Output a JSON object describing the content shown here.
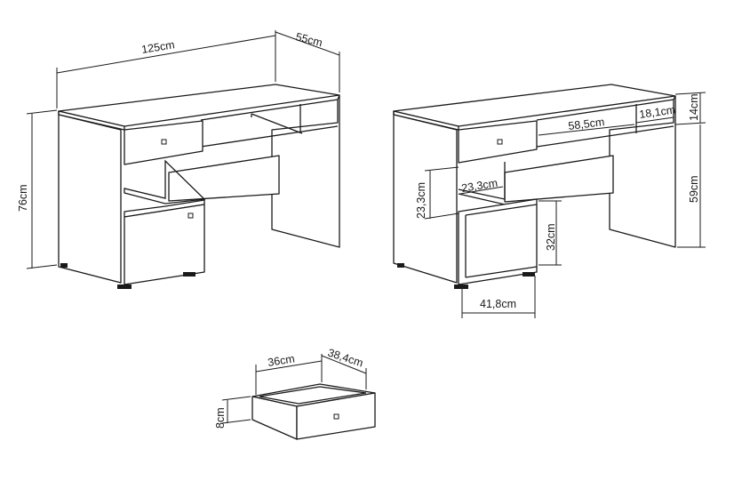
{
  "diagram": {
    "labels": {
      "desk_width": "125cm",
      "desk_depth": "55cm",
      "desk_height": "76cm",
      "top_shelf_height": "14cm",
      "inner_shelf_width": "18,1cm",
      "desk_opening_width": "58,5cm",
      "legroom_height": "59cm",
      "small_shelf_height": "23,3cm",
      "small_shelf_width": "23,3cm",
      "cabinet_niche_height": "32cm",
      "cabinet_niche_width": "41,8cm",
      "drawer_width": "36cm",
      "drawer_depth": "38,4cm",
      "drawer_height": "8cm"
    }
  }
}
